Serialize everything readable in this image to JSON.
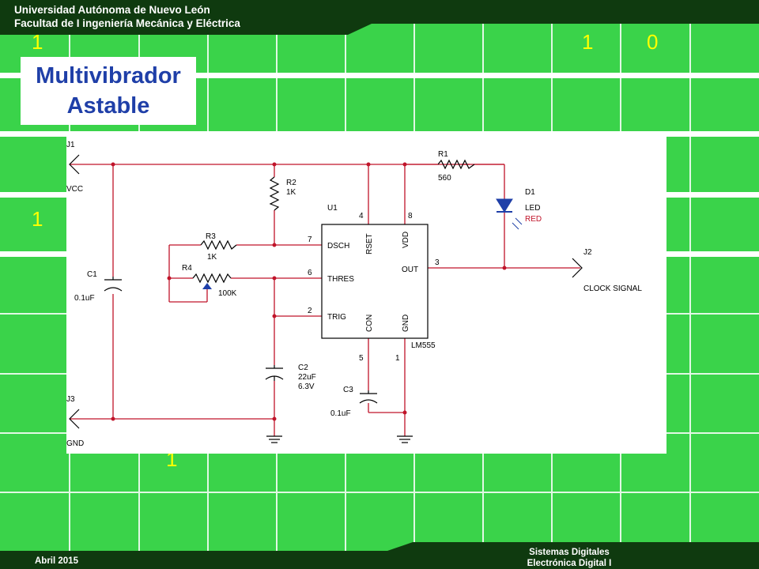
{
  "header": {
    "line1": "Universidad Autónoma de Nuevo León",
    "line2": "Facultad de I ingeniería Mecánica y Eléctrica"
  },
  "decor_digits": [
    "1",
    "1",
    "0",
    "1",
    "1"
  ],
  "title": {
    "line1": "Multivibrador",
    "line2": "Astable"
  },
  "circuit": {
    "j1": "J1",
    "vcc": "VCC",
    "j3": "J3",
    "gnd": "GND",
    "c1": "C1",
    "c1_val": "0.1uF",
    "r2": "R2",
    "r2_val": "1K",
    "r3": "R3",
    "r3_val": "1K",
    "r4": "R4",
    "r4_val": "100K",
    "c2": "C2",
    "c2_val1": "22uF",
    "c2_val2": "6.3V",
    "u1": "U1",
    "ic": "LM555",
    "pin4": "4",
    "pin8": "8",
    "pin7": "7",
    "pin6": "6",
    "pin2": "2",
    "pin3": "3",
    "pin5": "5",
    "pin1": "1",
    "rset": "RSET",
    "vdd": "VDD",
    "dsch": "DSCH",
    "thres": "THRES",
    "trig": "TRIG",
    "out": "OUT",
    "con": "CON",
    "gnd_pin": "GND",
    "r1": "R1",
    "r1_val": "560",
    "d1": "D1",
    "led": "LED",
    "red": "RED",
    "j2": "J2",
    "clock": "CLOCK SIGNAL",
    "c3": "C3",
    "c3_val": "0.1uF"
  },
  "footer": {
    "date": "Abril 2015",
    "line1": "Sistemas Digitales",
    "line2": "Electrónica Digital I"
  },
  "colors": {
    "background": "#3ad34a",
    "dark_band": "#0f3a0f",
    "title_text": "#1f3fa8",
    "wire": "#c0142a",
    "digits": "#ffff00"
  }
}
